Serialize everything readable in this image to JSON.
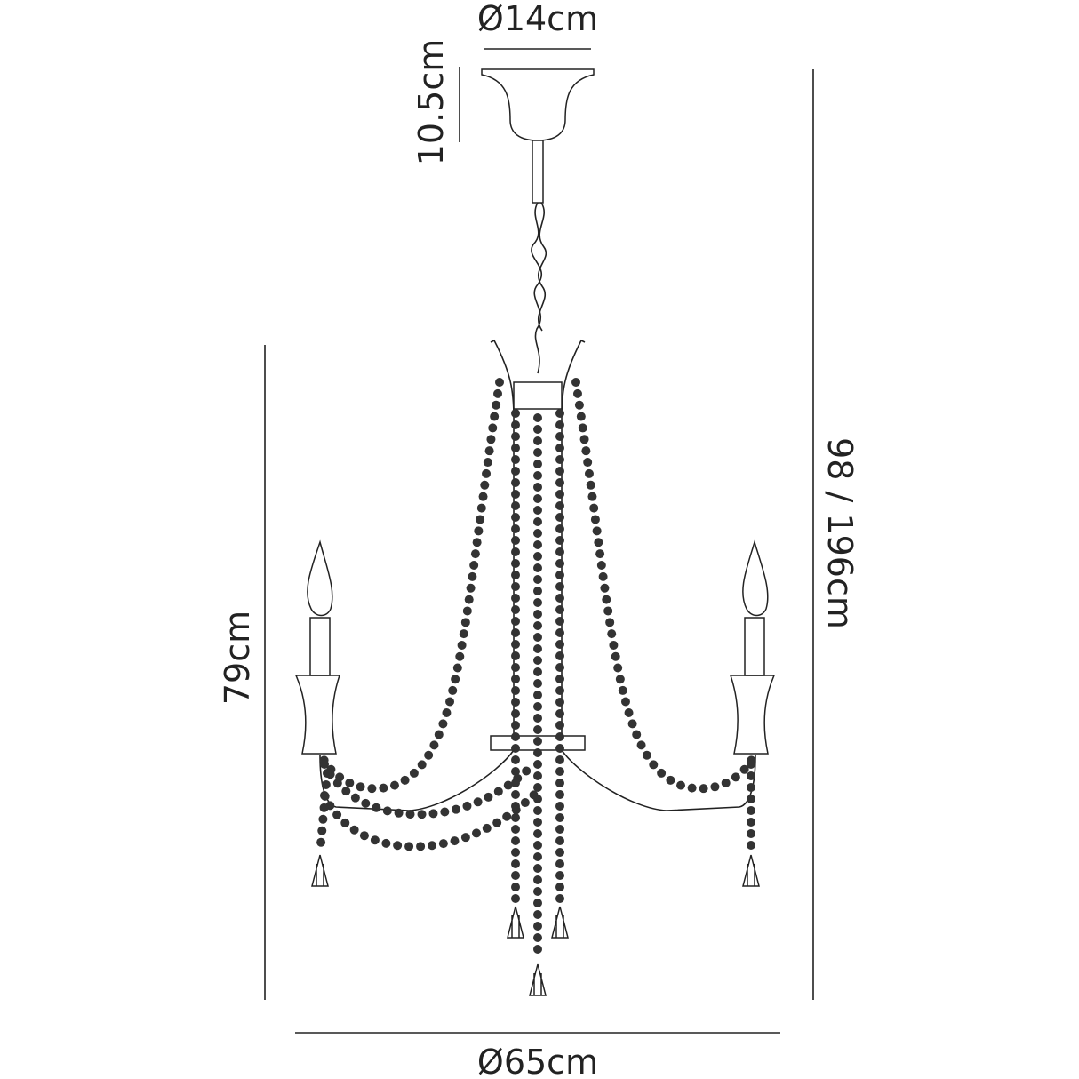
{
  "dimensions": {
    "canopy_diameter": "Ø14cm",
    "canopy_height": "10.5cm",
    "body_height": "79cm",
    "total_height": "98 / 196cm",
    "body_diameter": "Ø65cm"
  },
  "colors": {
    "line": "#222222",
    "bead": "#333333",
    "background": "#ffffff"
  }
}
